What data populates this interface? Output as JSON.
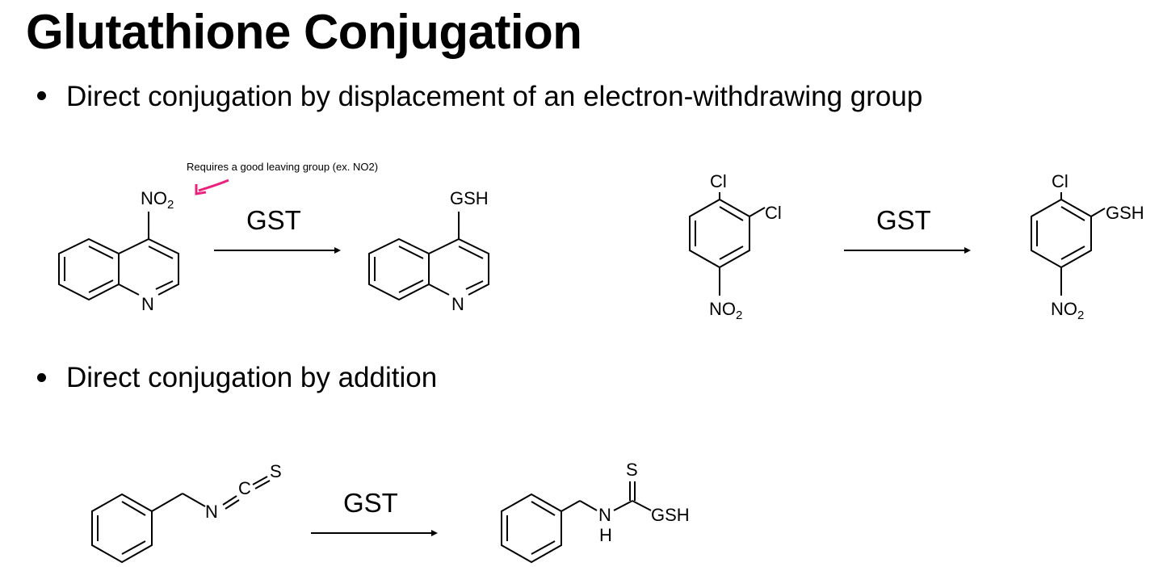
{
  "slide": {
    "title": "Glutathione Conjugation",
    "bullets": [
      "Direct conjugation by displacement of an electron-withdrawing group",
      "Direct conjugation by addition"
    ],
    "annotation": "Requires a good leaving group (ex. NO2)",
    "colors": {
      "annotation": "#e8237e",
      "text": "#000000"
    }
  },
  "scheme": {
    "enzyme": "GST",
    "nitro": "NO",
    "nitro_sub": "2",
    "chloro": "Cl",
    "gsh": "GSH",
    "ring_n": "N",
    "amine_n": "N",
    "amine_h": "H",
    "sulfur": "S",
    "carbon": "C"
  }
}
